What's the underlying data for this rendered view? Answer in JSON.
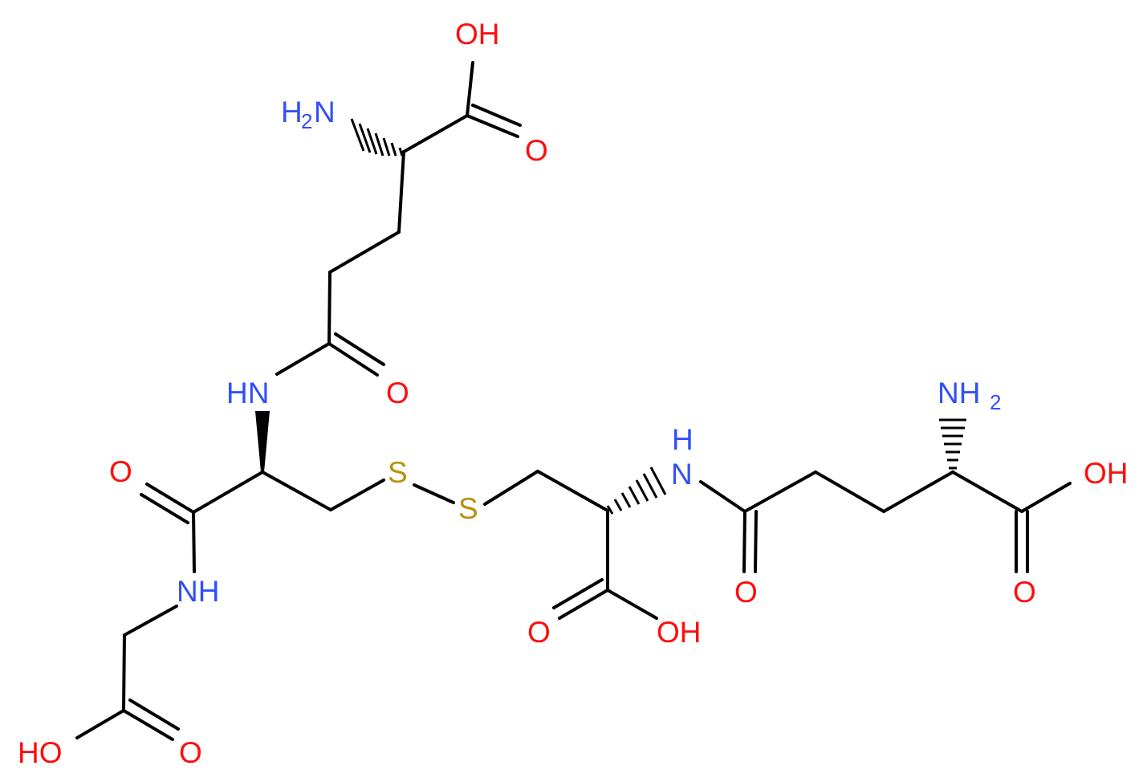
{
  "atoms": {
    "oh_top": "OH",
    "h2n_top_h": "H",
    "h2n_top_sub": "2",
    "h2n_top_n": "N",
    "o_top": "O",
    "hn_mid": "HN",
    "o_mid": "O",
    "o_left": "O",
    "s1": "S",
    "s2": "S",
    "nh_left": "NH",
    "ho_bottom_left": "HO",
    "o_bottom_left": "O",
    "h_right_nh": "H",
    "n_right_nh": "N",
    "nh2_right_n": "NH",
    "nh2_right_sub": "2",
    "oh_right": "OH",
    "o_amide_right": "O",
    "o_acid_mid": "O",
    "oh_acid_mid": "OH",
    "o_right_bottom": "O"
  },
  "colors": {
    "oxygen": "#ff0d0d",
    "nitrogen": "#3050f8",
    "sulfur": "#b5930e",
    "bond": "#000000"
  }
}
